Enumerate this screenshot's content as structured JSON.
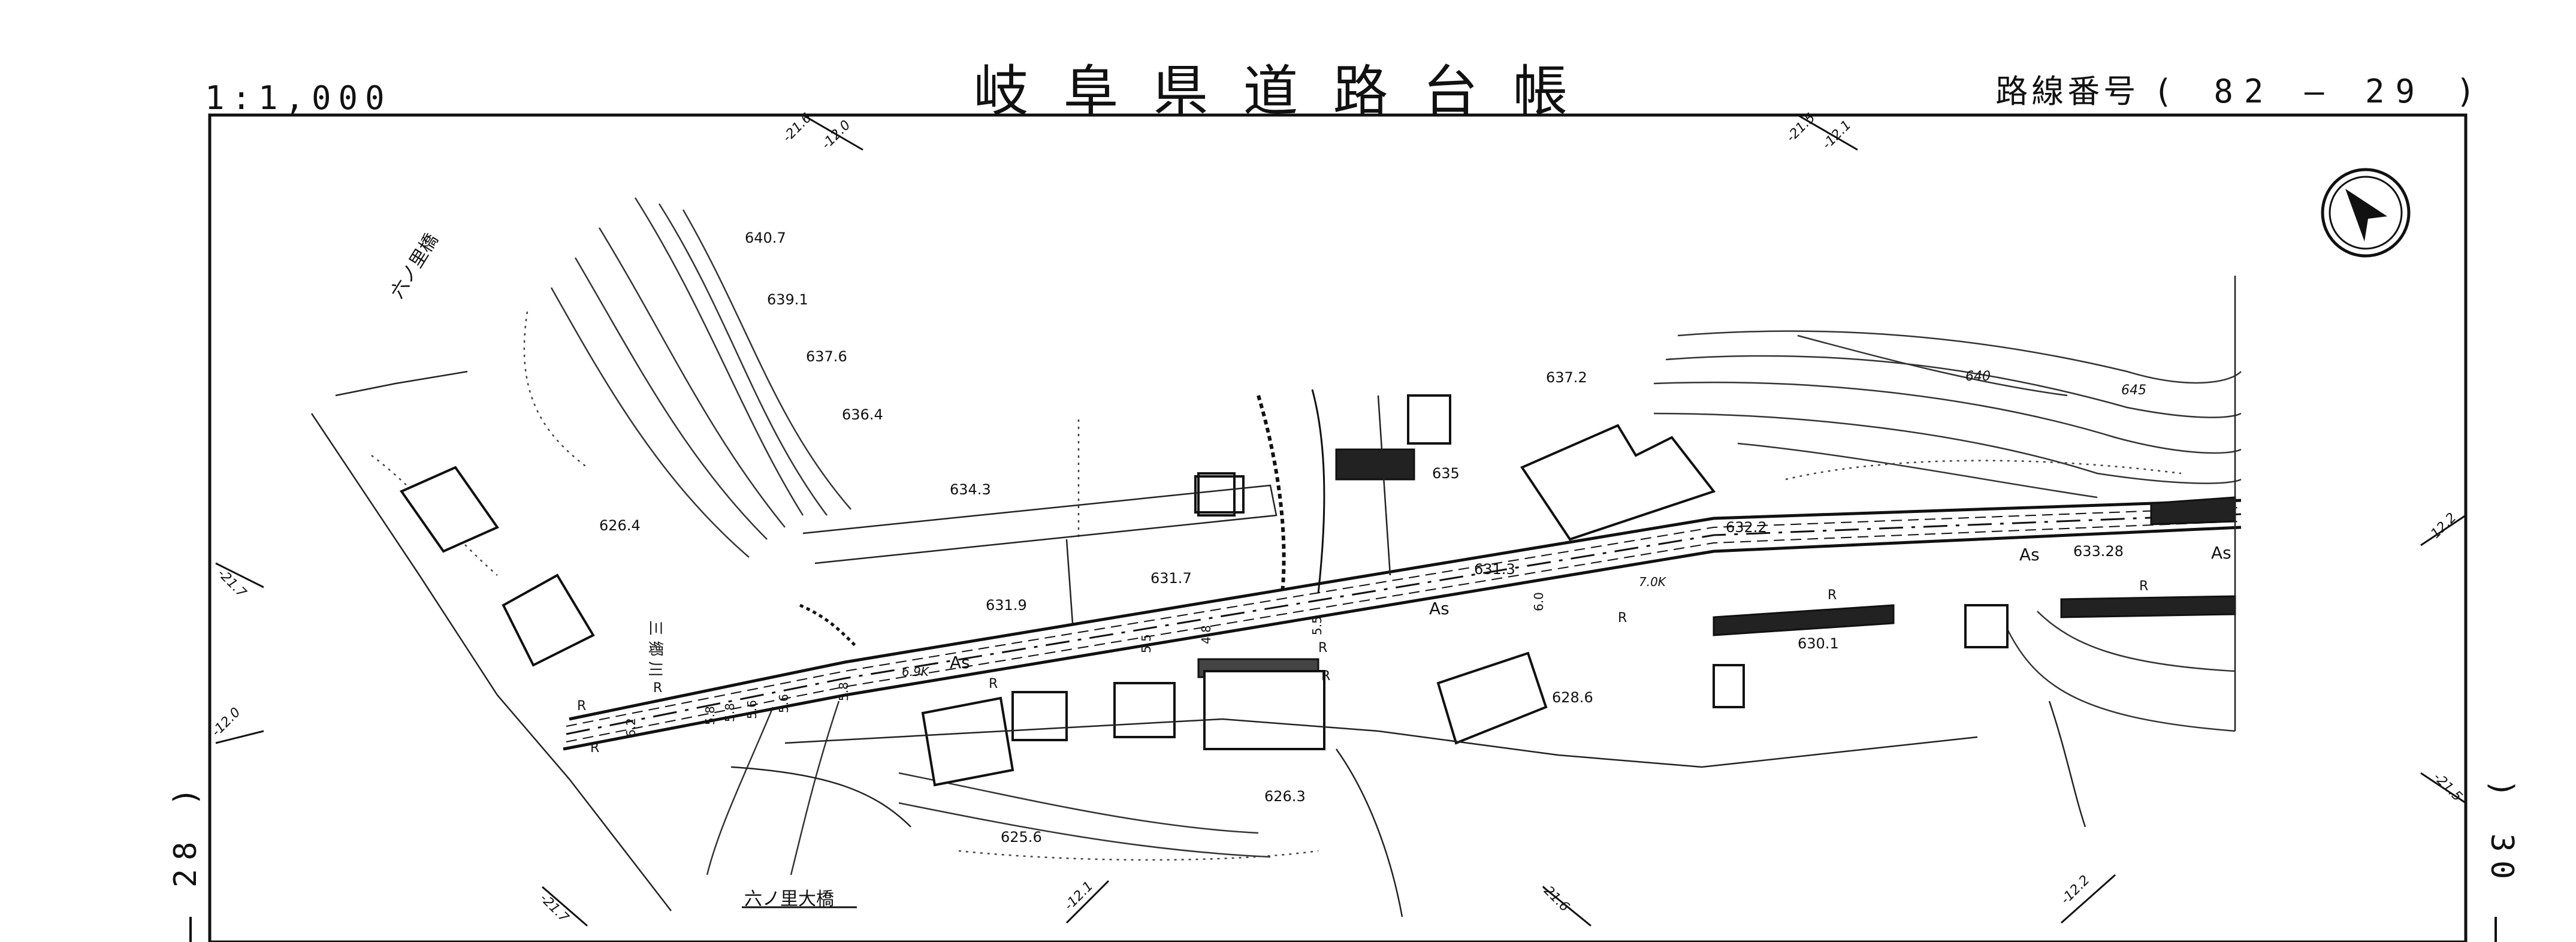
{
  "header": {
    "title": "岐阜県道路台帳",
    "scale": "1:1,000",
    "route_label": "路線番号",
    "route_number": "( 82 — 29 )"
  },
  "sheets": {
    "left": "28 )",
    "right": ") 30"
  },
  "map": {
    "north_arrow": "north-arrow-icon",
    "elevations": [
      "640.7",
      "639.1",
      "637.6",
      "636.4",
      "634.3",
      "631.9",
      "631.7",
      "637.2",
      "635",
      "632.2",
      "631.3",
      "633.28",
      "630.1",
      "628.6",
      "626.3",
      "625.6",
      "626.4"
    ],
    "contours": [
      "640",
      "645"
    ],
    "place_labels": [
      "六ノ里橋",
      "六ノ里大橋",
      "三 郷 川"
    ],
    "road_codes": [
      "As",
      "As",
      "As",
      "As",
      "R",
      "R",
      "R",
      "R",
      "R",
      "R",
      "R",
      "R",
      "R"
    ],
    "chainage": [
      "6.9K",
      "7.0K"
    ],
    "widths": [
      "5.8",
      "5.8",
      "5.6",
      "5.6",
      "6.2",
      "5.8",
      "5.5",
      "4.8",
      "5.5",
      "6.0"
    ],
    "grid_ticks": [
      "-21.6",
      "-12.0",
      "-21.5",
      "-12.1",
      "-21.7",
      "-12.0",
      "-21.7",
      "-12.1",
      "-21.6",
      "-12.2",
      "-21.5",
      "-12.2"
    ]
  }
}
